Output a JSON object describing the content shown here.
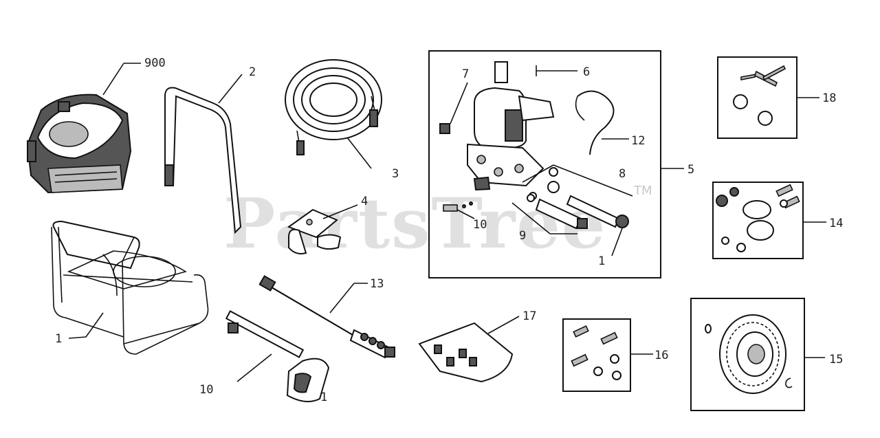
{
  "watermark": {
    "text": "PartsTree",
    "trademark": "TM"
  },
  "callouts": {
    "c_engine": "900",
    "c_handle": "2",
    "c_hose": "3",
    "c_bracket": "4",
    "c_pump_box": "5",
    "c_pump_6": "6",
    "c_pump_7": "7",
    "c_pump_8": "8",
    "c_pump_9": "9",
    "c_pump_10": "10",
    "c_pump_1": "1",
    "c_pump_12": "12",
    "c_frame": "1",
    "c_gun": "10",
    "c_gun_1": "1",
    "c_wand": "13",
    "c_bag": "17",
    "c_kit18": "18",
    "c_kit14": "14",
    "c_kit16": "16",
    "c_wheel": "15"
  }
}
